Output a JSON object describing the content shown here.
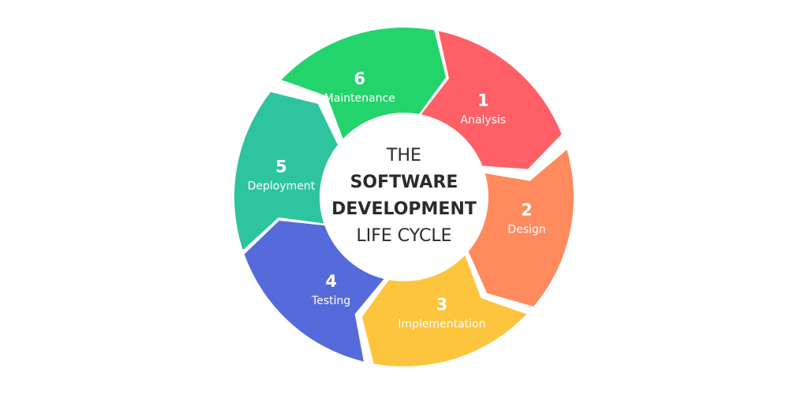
{
  "title": {
    "line1": "THE",
    "line2": "SOFTWARE",
    "line3": "DEVELOPMENT",
    "line4": "LIFE CYCLE"
  },
  "stages": [
    {
      "number": "1",
      "label": "Analysis",
      "color": "#FF5F66"
    },
    {
      "number": "2",
      "label": "Design",
      "color": "#FF8A5E"
    },
    {
      "number": "3",
      "label": "Implementation",
      "color": "#FDC53E"
    },
    {
      "number": "4",
      "label": "Testing",
      "color": "#566BDB"
    },
    {
      "number": "5",
      "label": "Deployment",
      "color": "#2EC4A0"
    },
    {
      "number": "6",
      "label": "Maintenance",
      "color": "#23D46C"
    }
  ]
}
